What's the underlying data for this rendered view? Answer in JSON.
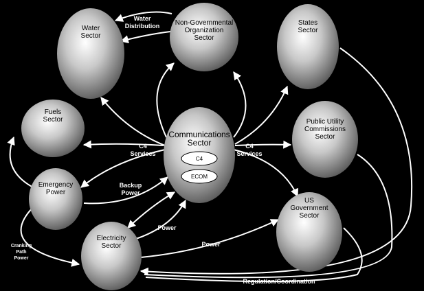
{
  "nodes": {
    "water": [
      "Water",
      "Sector"
    ],
    "ngo": [
      "Non-Governmental",
      "Organization",
      "Sector"
    ],
    "states": [
      "States",
      "Sector"
    ],
    "fuels": [
      "Fuels",
      "Sector"
    ],
    "comms": [
      "Communications",
      "Sector"
    ],
    "puc": [
      "Public Utility",
      "Commissions",
      "Sector"
    ],
    "emergency": [
      "Emergency",
      "Power"
    ],
    "electricity": [
      "Electricity",
      "Sector"
    ],
    "usgov": [
      "US",
      "Government",
      "Sector"
    ],
    "c4": "C4",
    "ecom": "ECOM"
  },
  "edges": {
    "water_distribution": [
      "Water",
      "Distribution"
    ],
    "c4_services_left": [
      "C4",
      "Services"
    ],
    "c4_services_right": [
      "C4",
      "Services"
    ],
    "backup_power": [
      "Backup",
      "Power"
    ],
    "power_comms": "Power",
    "power_usgov": "Power",
    "cranking_path_power": [
      "Cranking",
      "Path",
      "Power"
    ],
    "regulation_coordination": "Regulation/Coordination"
  }
}
